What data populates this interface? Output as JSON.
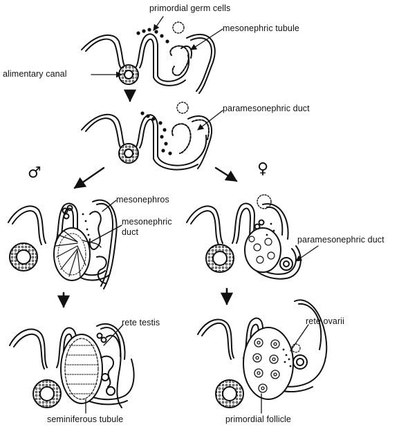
{
  "labels": {
    "primordial_germ_cells": "primordial germ cells",
    "mesonephric_tubule": "mesonephric tubule",
    "alimentary_canal": "alimentary canal",
    "paramesonephric_duct_top": "paramesonephric duct",
    "mesonephros": "mesonephros",
    "mesonephric_duct": "mesonephric\nduct",
    "paramesonephric_duct_female": "paramesonephric duct",
    "rete_testis": "rete testis",
    "rete_ovarii": "rete ovarii",
    "seminiferous_tubule": "seminiferous tubule",
    "primordial_follicle": "primordial follicle"
  },
  "symbols": {
    "male": "♂",
    "female": "♀"
  }
}
